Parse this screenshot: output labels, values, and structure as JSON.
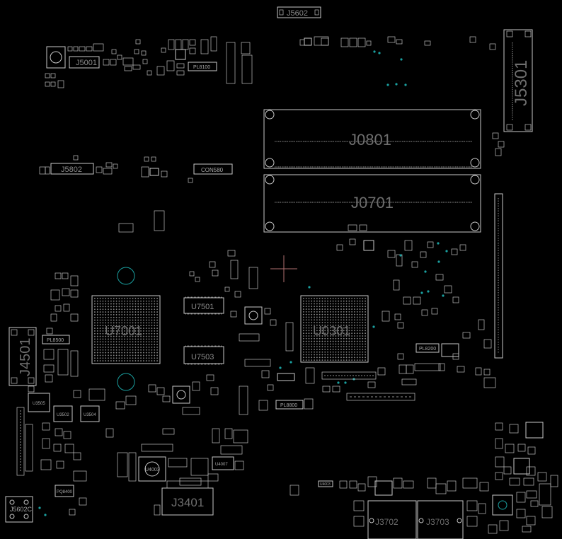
{
  "labels": {
    "j5602": "J5602",
    "j5001": "J5001",
    "pl8100": "PL8100",
    "j5301": "J5301",
    "j0801": "J0801",
    "j0701": "J0701",
    "j5802": "J5802",
    "con580": "CON580",
    "u7001": "U7001",
    "u7501": "U7501",
    "u7503": "U7503",
    "u0301": "U0301",
    "j4501": "J4501",
    "pl8500": "PL8500",
    "pl8200": "PL8200",
    "pl8800": "PL8800",
    "u3505": "U3505",
    "u3502": "U3502",
    "u3504": "U3504",
    "u4003": "U4003",
    "u4007": "U4007",
    "j3401": "J3401",
    "j3702": "J3702",
    "j3703": "J3703",
    "j5602c": "J5602C",
    "u4003s": "U4003",
    "pq8400": "PQ8400"
  }
}
